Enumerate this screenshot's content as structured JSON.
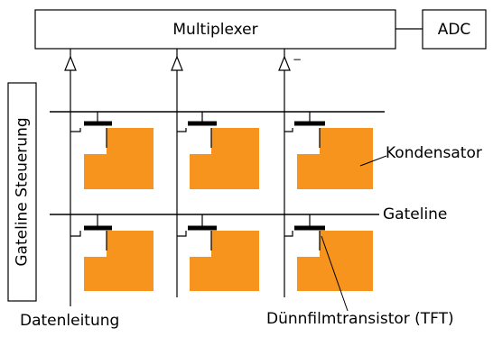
{
  "labels": {
    "multiplexer": "Multiplexer",
    "adc": "ADC",
    "gateline_control": "Gateline Steuerung",
    "capacitor": "Kondensator",
    "gateline": "Gateline",
    "data_line": "Datenleitung",
    "tft": "Dünnfilmtransistor (TFT)",
    "amp_sign": "−"
  },
  "colors": {
    "line": "#000000",
    "pixel_fill": "#f7941d",
    "background": "#ffffff"
  },
  "grid": {
    "rows": 2,
    "columns": 3
  }
}
